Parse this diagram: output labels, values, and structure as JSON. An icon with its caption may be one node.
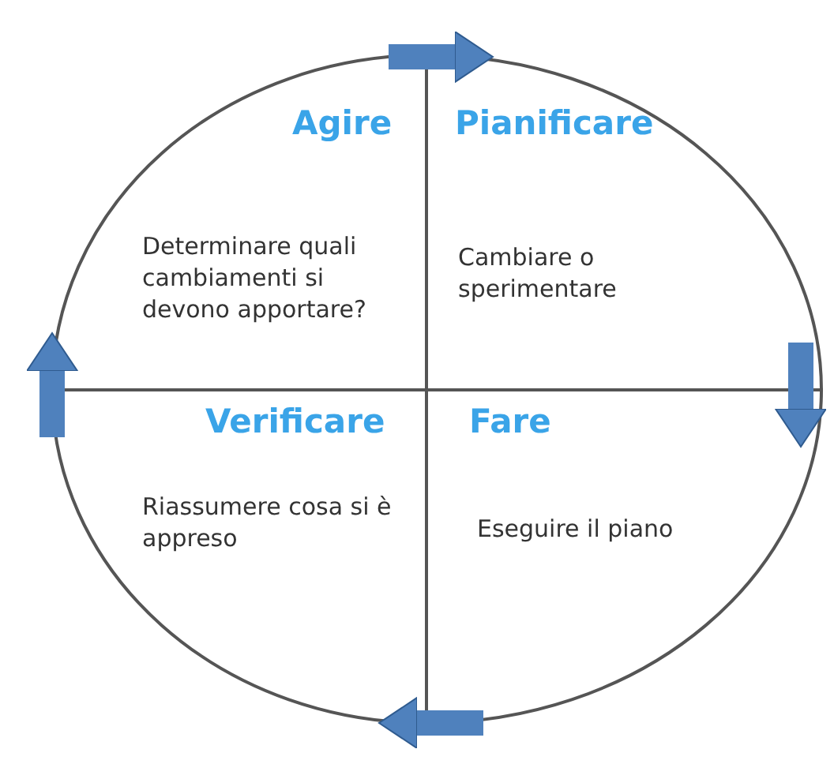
{
  "diagram": {
    "nodes": [
      {
        "text": [
          "Agire",
          "Determinare quali cambiamenti si devono apportare?"
        ]
      },
      {
        "text": [
          "Pianificare",
          "Cambiare o sperimentare"
        ]
      },
      {
        "text": [
          "Verificare",
          "Riassumere cosa si è appreso"
        ]
      },
      {
        "text": [
          "Fare",
          "Eseguire il piano"
        ]
      }
    ],
    "edges": [
      {
        "from": 0,
        "to": 1,
        "arrow": "to"
      },
      {
        "from": 1,
        "to": 3,
        "arrow": "to"
      },
      {
        "from": 3,
        "to": 2,
        "arrow": "to"
      },
      {
        "from": 2,
        "to": 0,
        "arrow": "to"
      }
    ]
  }
}
